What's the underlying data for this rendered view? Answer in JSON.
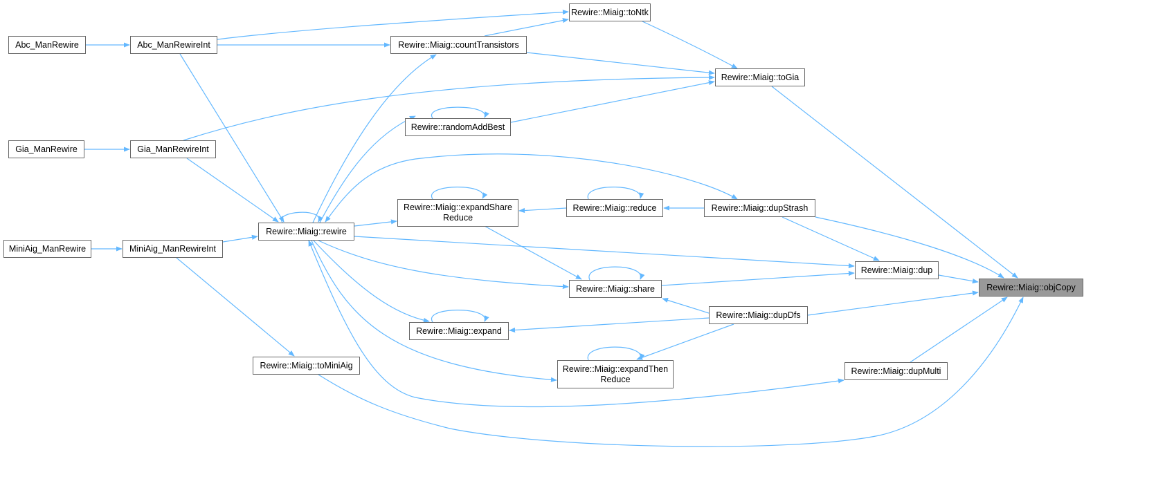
{
  "graph": {
    "nodes": {
      "abc_manrewire": "Abc_ManRewire",
      "abc_manrewireint": "Abc_ManRewireInt",
      "gia_manrewire": "Gia_ManRewire",
      "gia_manrewireint": "Gia_ManRewireInt",
      "miniaig_manrewire": "MiniAig_ManRewire",
      "miniaig_manrewireint": "MiniAig_ManRewireInt",
      "rewire": "Rewire::Miaig::rewire",
      "tominiaig": "Rewire::Miaig::toMiniAig",
      "tontk": "Rewire::Miaig::toNtk",
      "counttransistors": "Rewire::Miaig::countTransistors",
      "randomaddbest": "Rewire::randomAddBest",
      "expandsharereduce_1": "Rewire::Miaig::expandShare",
      "expandsharereduce_2": "Reduce",
      "reduce": "Rewire::Miaig::reduce",
      "share": "Rewire::Miaig::share",
      "expand": "Rewire::Miaig::expand",
      "expandthenreduce_1": "Rewire::Miaig::expandThen",
      "expandthenreduce_2": "Reduce",
      "togia": "Rewire::Miaig::toGia",
      "dupstrash": "Rewire::Miaig::dupStrash",
      "dup": "Rewire::Miaig::dup",
      "dupdfs": "Rewire::Miaig::dupDfs",
      "dupmulti": "Rewire::Miaig::dupMulti",
      "objcopy": "Rewire::Miaig::objCopy"
    },
    "colors": {
      "edge": "#63b8ff",
      "current_node": "#999999",
      "node_border": "#666666"
    }
  }
}
